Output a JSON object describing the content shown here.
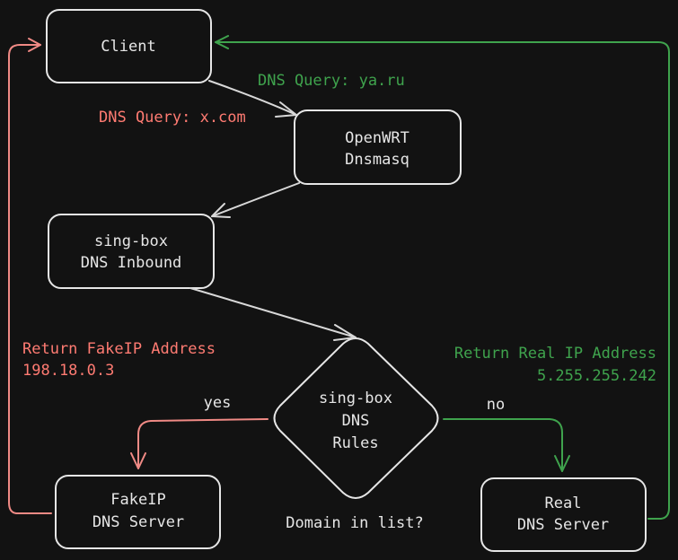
{
  "colors": {
    "background": "#121212",
    "node_stroke": "#e6e6e6",
    "fake_path": "#ff7b72",
    "real_path": "#3fa34d"
  },
  "nodes": {
    "client": "Client",
    "openwrt_line1": "OpenWRT",
    "openwrt_line2": "Dnsmasq",
    "singbox_inbound_line1": "sing-box",
    "singbox_inbound_line2": "DNS Inbound",
    "rules_line1": "sing-box",
    "rules_line2": "DNS",
    "rules_line3": "Rules",
    "fakeip_line1": "FakeIP",
    "fakeip_line2": "DNS Server",
    "real_line1": "Real",
    "real_line2": "DNS Server"
  },
  "labels": {
    "query_ya": "DNS Query: ya.ru",
    "query_x": "DNS Query: x.com",
    "return_fake_line1": "Return FakeIP Address",
    "return_fake_line2": "198.18.0.3",
    "return_real_line1": "Return Real IP Address",
    "return_real_line2": "5.255.255.242",
    "yes": "yes",
    "no": "no",
    "domain_question": "Domain in list?"
  }
}
